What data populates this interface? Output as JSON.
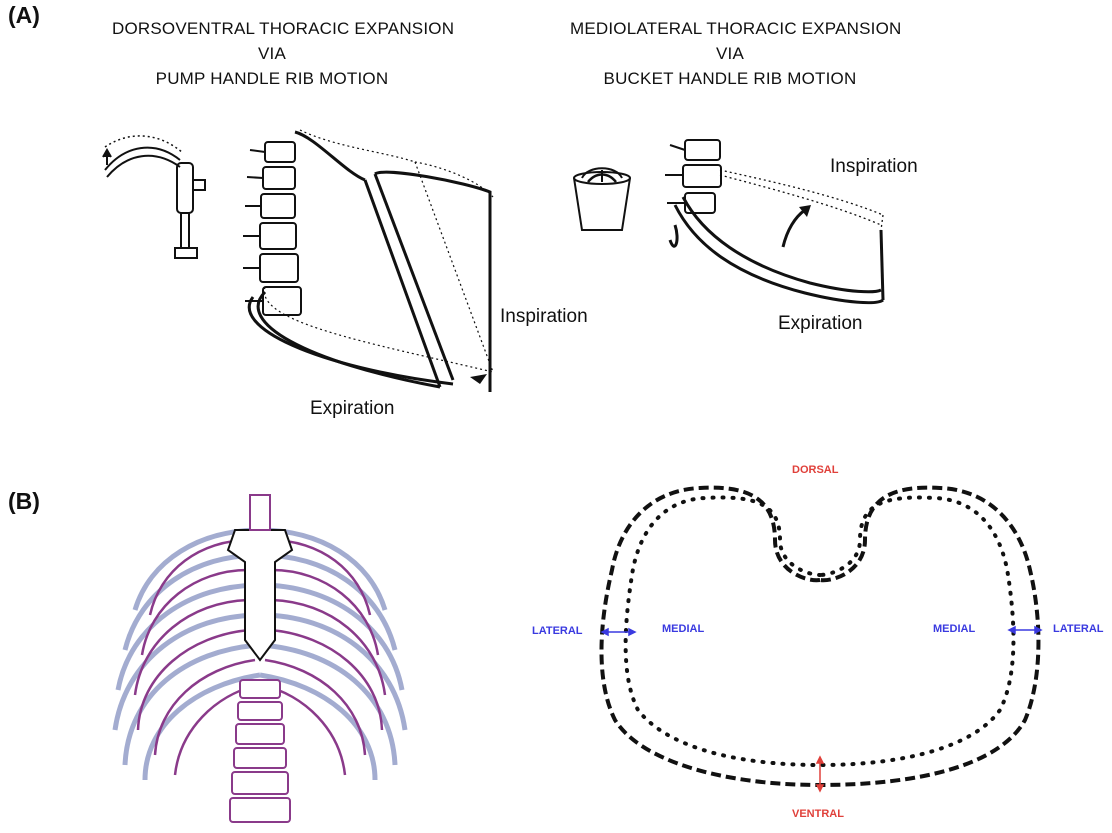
{
  "panel_a": {
    "label": "(A)",
    "left_title": [
      "DORSOVENTRAL THORACIC EXPANSION",
      "VIA",
      "PUMP HANDLE RIB MOTION"
    ],
    "right_title": [
      "MEDIOLATERAL THORACIC EXPANSION",
      "VIA",
      "BUCKET HANDLE RIB MOTION"
    ],
    "left_inspiration": "Inspiration",
    "left_expiration": "Expiration",
    "right_inspiration": "Inspiration",
    "right_expiration": "Expiration"
  },
  "panel_b": {
    "label": "(B)",
    "dorsal": "DORSAL",
    "ventral": "VENTRAL",
    "lateral_left": "LATERAL",
    "medial_left": "MEDIAL",
    "medial_right": "MEDIAL",
    "lateral_right": "LATERAL"
  },
  "colors": {
    "red_label": "#e0403a",
    "blue_label": "#3a3ae0",
    "ribcage_purple": "#8a3a8a",
    "ribcage_blue": "#9aa4cc"
  }
}
